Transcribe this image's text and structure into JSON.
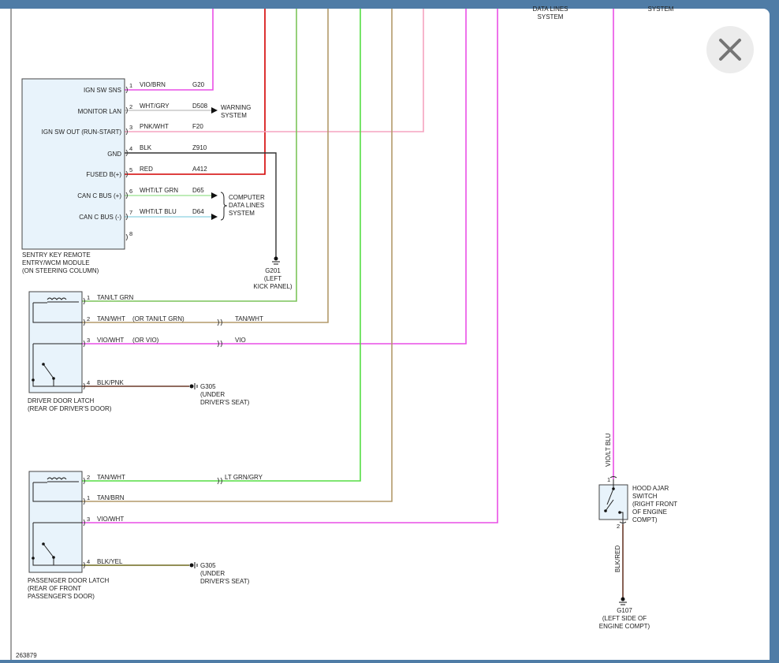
{
  "figure_number": "263879",
  "top_labels": {
    "data_lines_line1": "DATA LINES",
    "data_lines_line2": "SYSTEM",
    "system_right": "SYSTEM"
  },
  "module": {
    "name_lines": [
      "SENTRY KEY REMOTE",
      "ENTRY/WCM MODULE",
      "(ON STEERING COLUMN)"
    ],
    "pins": [
      {
        "label": "IGN SW SNS",
        "num": "1",
        "color": "VIO/BRN",
        "circuit": "G20"
      },
      {
        "label": "MONITOR LAN",
        "num": "2",
        "color": "WHT/GRY",
        "circuit": "D508"
      },
      {
        "label": "IGN SW OUT (RUN-START)",
        "num": "3",
        "color": "PNK/WHT",
        "circuit": "F20"
      },
      {
        "label": "GND",
        "num": "4",
        "color": "BLK",
        "circuit": "Z910"
      },
      {
        "label": "FUSED B(+)",
        "num": "5",
        "color": "RED",
        "circuit": "A412"
      },
      {
        "label": "CAN C BUS (+)",
        "num": "6",
        "color": "WHT/LT GRN",
        "circuit": "D65"
      },
      {
        "label": "CAN C BUS (-)",
        "num": "7",
        "color": "WHT/LT BLU",
        "circuit": "D64"
      },
      {
        "label": "",
        "num": "8",
        "color": "",
        "circuit": ""
      }
    ],
    "warning_system": [
      "WARNING",
      "SYSTEM"
    ],
    "computer_data": [
      "COMPUTER",
      "DATA LINES",
      "SYSTEM"
    ],
    "ground": {
      "id": "G201",
      "lines": [
        "(LEFT",
        "KICK PANEL)"
      ]
    }
  },
  "driver_latch": {
    "name_lines": [
      "DRIVER DOOR LATCH",
      "(REAR OF DRIVER'S DOOR)"
    ],
    "pins": [
      {
        "num": "1",
        "color": "TAN/LT GRN",
        "alt": "",
        "far": ""
      },
      {
        "num": "2",
        "color": "TAN/WHT",
        "alt": "(OR TAN/LT GRN)",
        "far": "TAN/WHT"
      },
      {
        "num": "3",
        "color": "VIO/WHT",
        "alt": "(OR VIO)",
        "far": "VIO"
      },
      {
        "num": "4",
        "color": "BLK/PNK",
        "alt": "",
        "far": ""
      }
    ],
    "ground": {
      "id": "G305",
      "lines": [
        "(UNDER",
        "DRIVER'S SEAT)"
      ]
    }
  },
  "passenger_latch": {
    "name_lines": [
      "PASSENGER DOOR LATCH",
      "(REAR OF FRONT",
      "PASSENGER'S DOOR)"
    ],
    "pins": [
      {
        "num": "2",
        "color": "TAN/WHT",
        "far": "LT GRN/GRY"
      },
      {
        "num": "1",
        "color": "TAN/BRN",
        "far": ""
      },
      {
        "num": "3",
        "color": "VIO/WHT",
        "far": ""
      },
      {
        "num": "4",
        "color": "BLK/YEL",
        "far": ""
      }
    ],
    "ground": {
      "id": "G305",
      "lines": [
        "(UNDER",
        "DRIVER'S SEAT)"
      ]
    }
  },
  "hood_switch": {
    "name_lines": [
      "HOOD AJAR",
      "SWITCH",
      "(RIGHT FRONT",
      "OF ENGINE",
      "COMPT)"
    ],
    "pin_top": "1",
    "pin_bottom": "2",
    "wire_top": "VIO/LT BLU",
    "wire_bottom": "BLK/RED",
    "ground": {
      "id": "G107",
      "lines": [
        "(LEFT SIDE OF",
        "ENGINE COMPT)"
      ]
    }
  },
  "close_button": {
    "icon": "close-icon"
  },
  "wire_colors": {
    "violet": "#e94fe6",
    "red": "#d40000",
    "green": "#55dd44",
    "ltgreen": "#7cc45a",
    "tan": "#b39a6a",
    "pink": "#f5a3c0",
    "gray": "#c8c8c8",
    "black": "#333333",
    "ltblue": "#9fd9e6",
    "brown": "#6b3a2a",
    "olive": "#6e6a1e"
  }
}
